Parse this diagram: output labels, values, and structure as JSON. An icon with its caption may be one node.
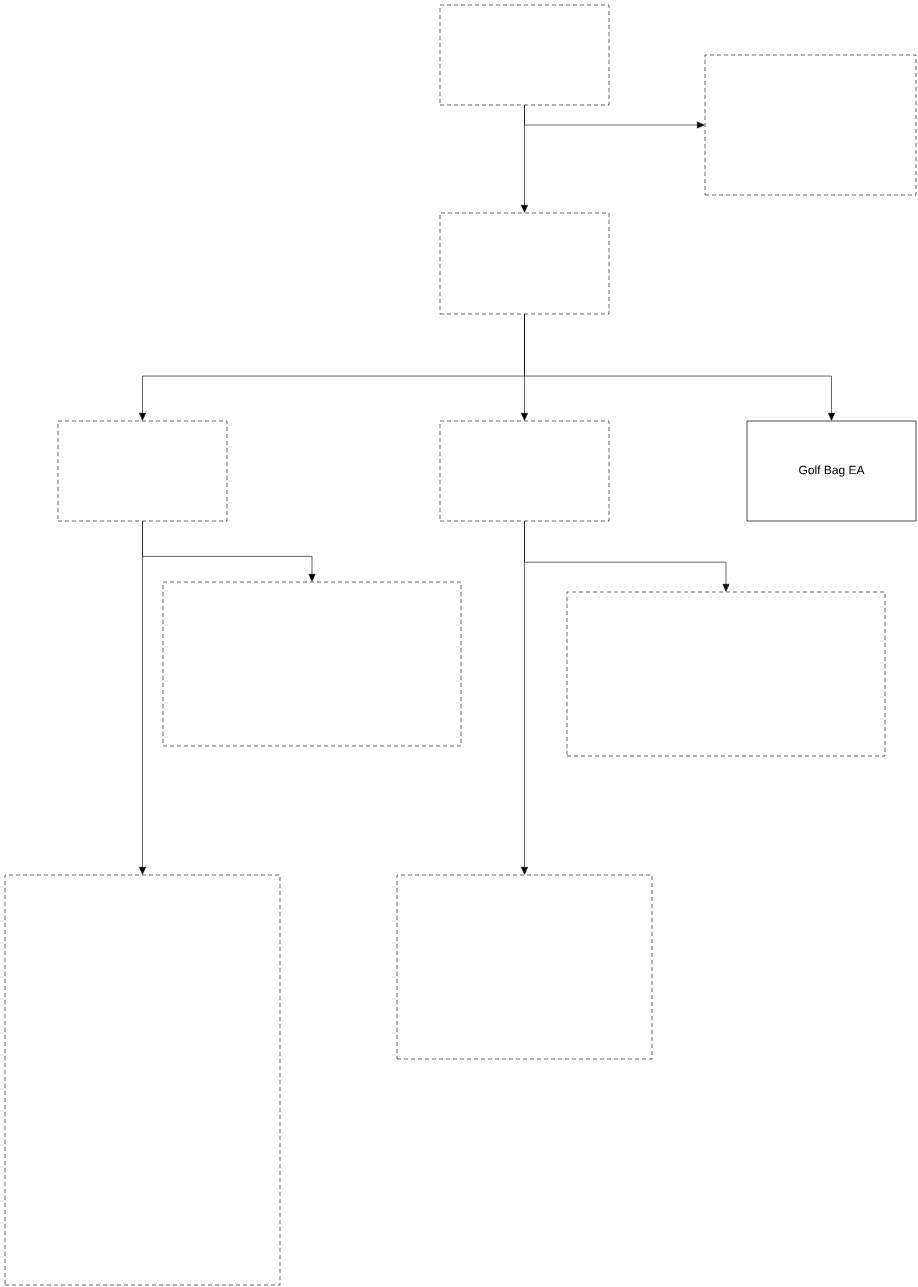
{
  "diagram": {
    "nodes": [
      {
        "text": [],
        "shape": "box"
      },
      {
        "text": [],
        "shape": "box"
      },
      {
        "text": [],
        "shape": "box"
      },
      {
        "text": [],
        "shape": "box"
      },
      {
        "text": [],
        "shape": "box"
      },
      {
        "text": [
          "Golf Bag EA"
        ]
      },
      {
        "text": [],
        "shape": "box"
      },
      {
        "text": [],
        "shape": "box"
      },
      {
        "text": [],
        "shape": "box"
      },
      {
        "text": [],
        "shape": "box"
      }
    ],
    "edges": [
      {
        "from": 0,
        "to": 1,
        "arrow": "to"
      },
      {
        "from": 0,
        "to": 2,
        "arrow": "to"
      },
      {
        "from": 2,
        "to": 3,
        "arrow": "to"
      },
      {
        "from": 2,
        "to": 4,
        "arrow": "to"
      },
      {
        "from": 2,
        "to": 5,
        "arrow": "to"
      },
      {
        "from": 3,
        "to": 6,
        "arrow": "to"
      },
      {
        "from": 3,
        "to": 8,
        "arrow": "to"
      },
      {
        "from": 4,
        "to": 7,
        "arrow": "to"
      },
      {
        "from": 4,
        "to": 9,
        "arrow": "to"
      }
    ]
  }
}
